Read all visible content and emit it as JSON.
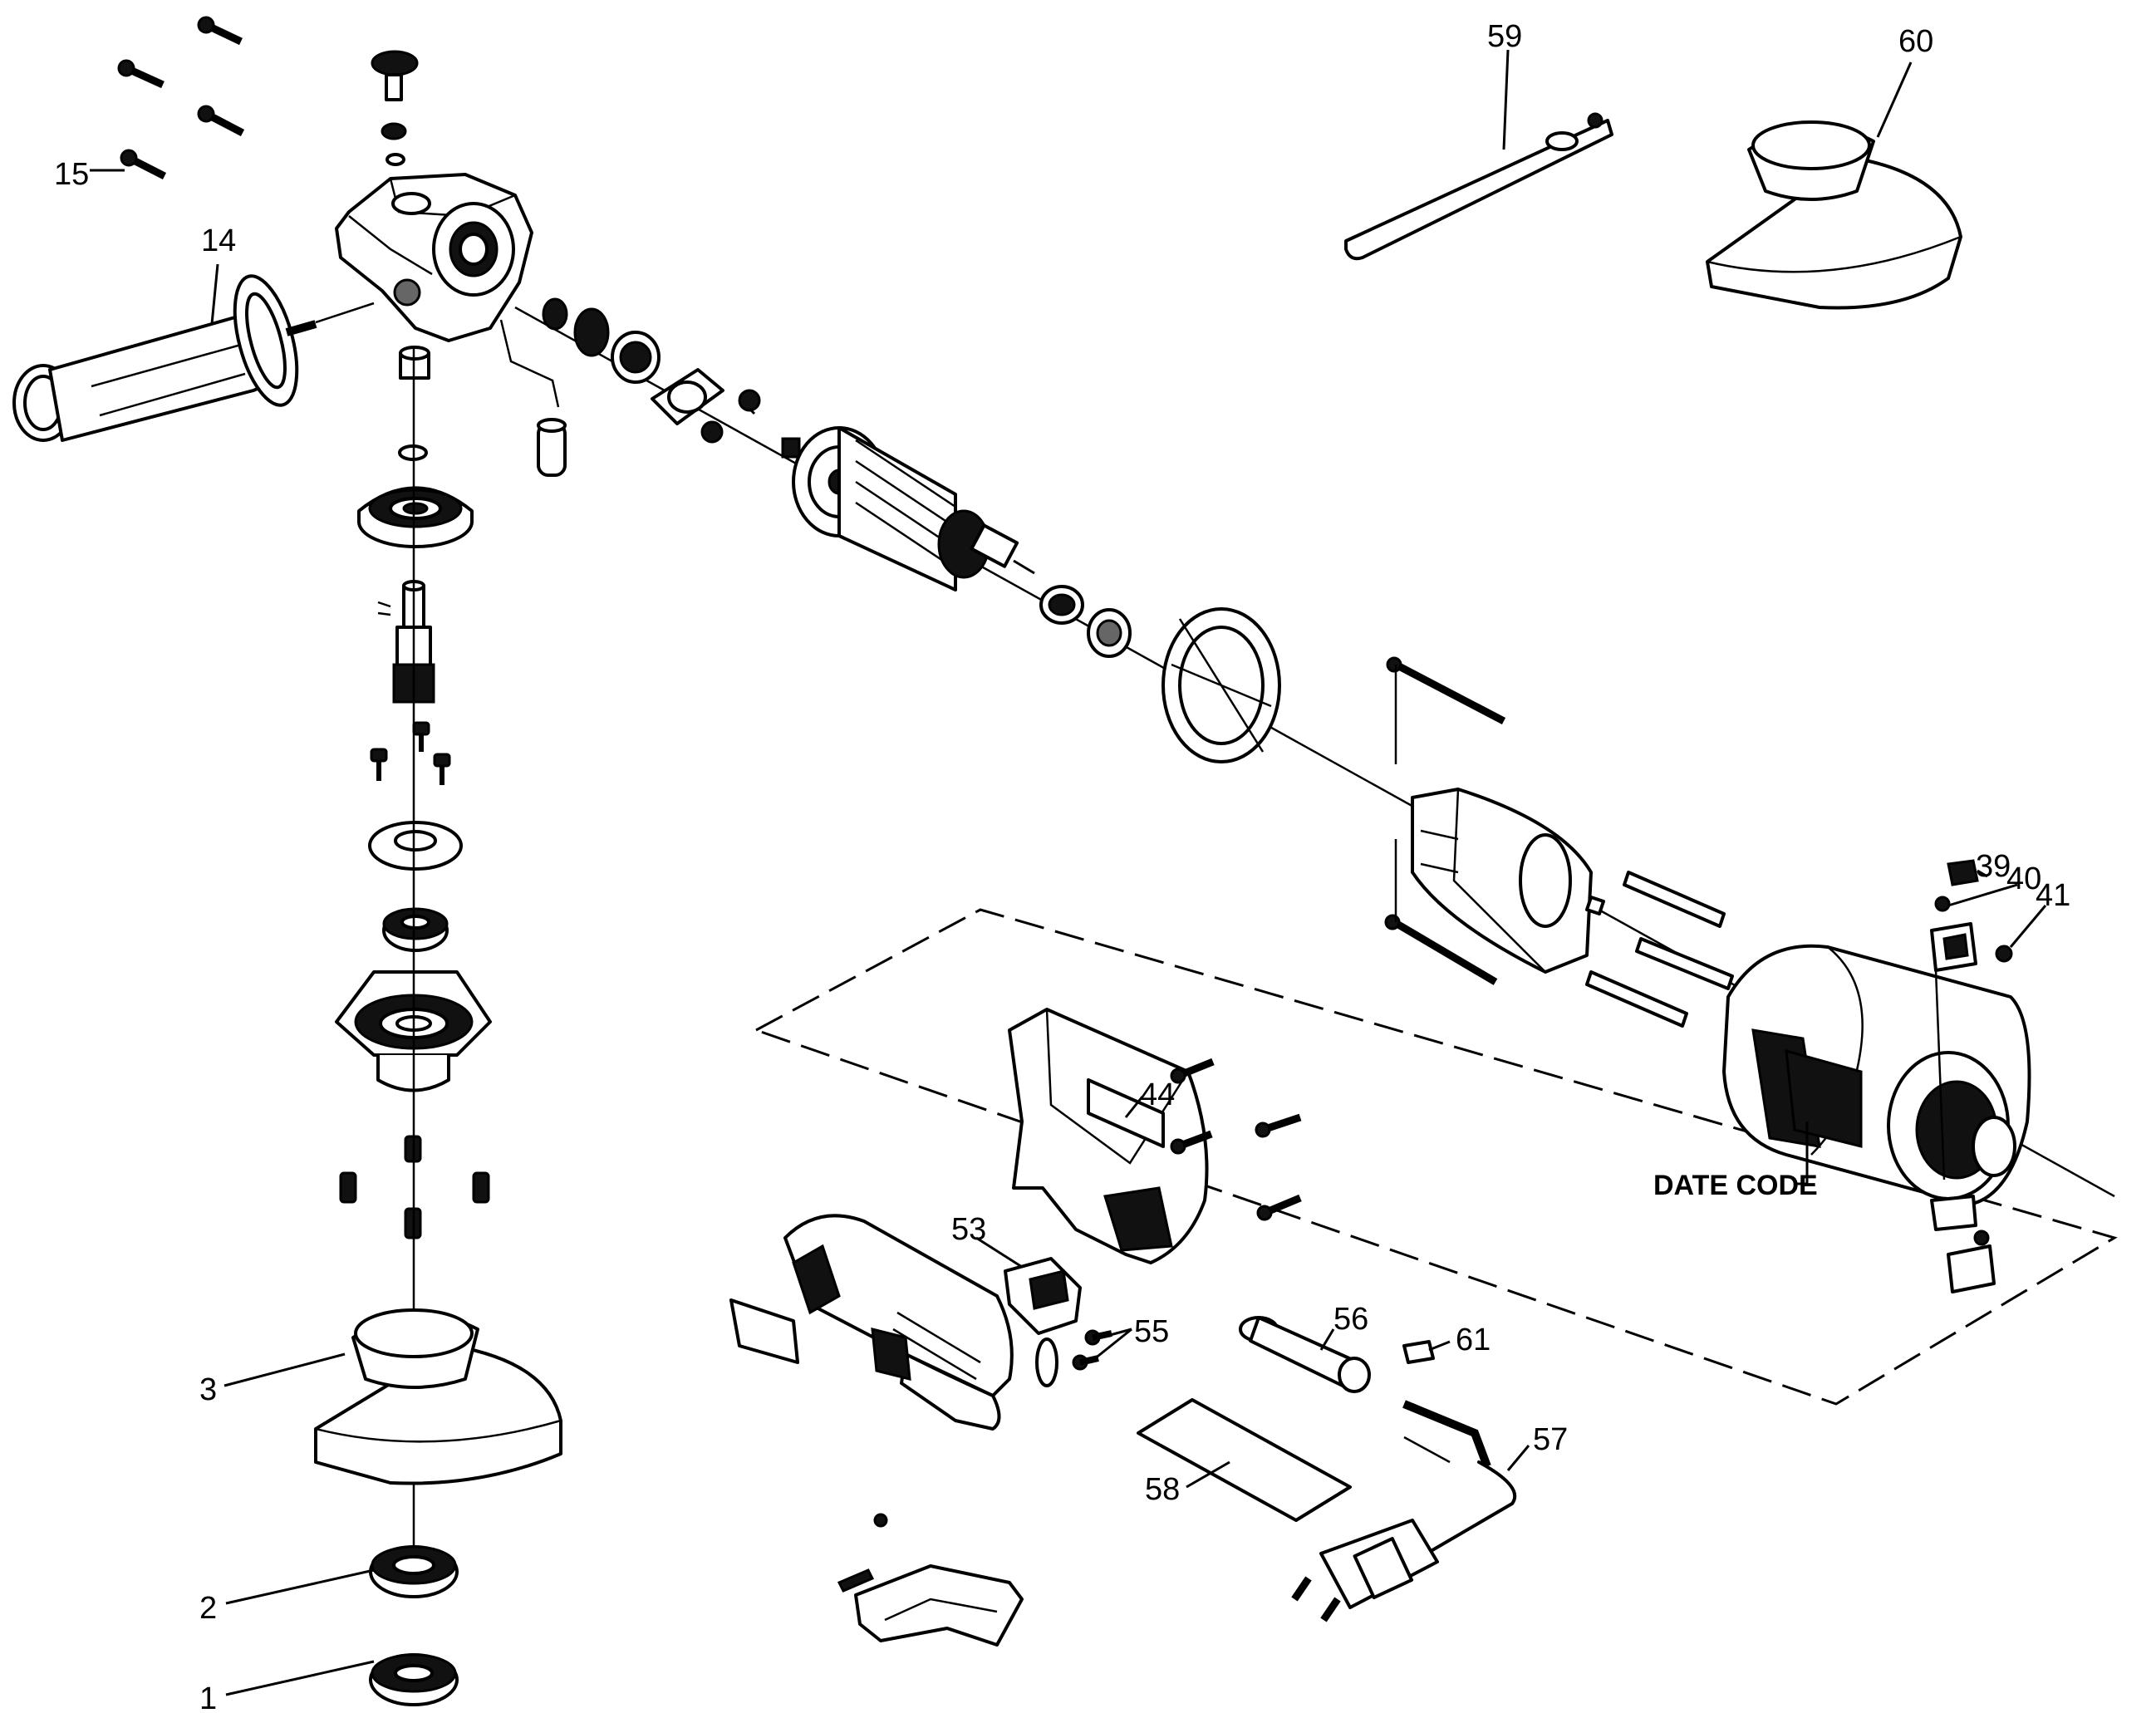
{
  "diagram": {
    "callouts": [
      "1",
      "2",
      "3",
      "14",
      "15",
      "39",
      "40",
      "41",
      "44",
      "53",
      "55",
      "56",
      "57",
      "58",
      "59",
      "60",
      "61"
    ],
    "date_code_label": "DATE CODE"
  }
}
